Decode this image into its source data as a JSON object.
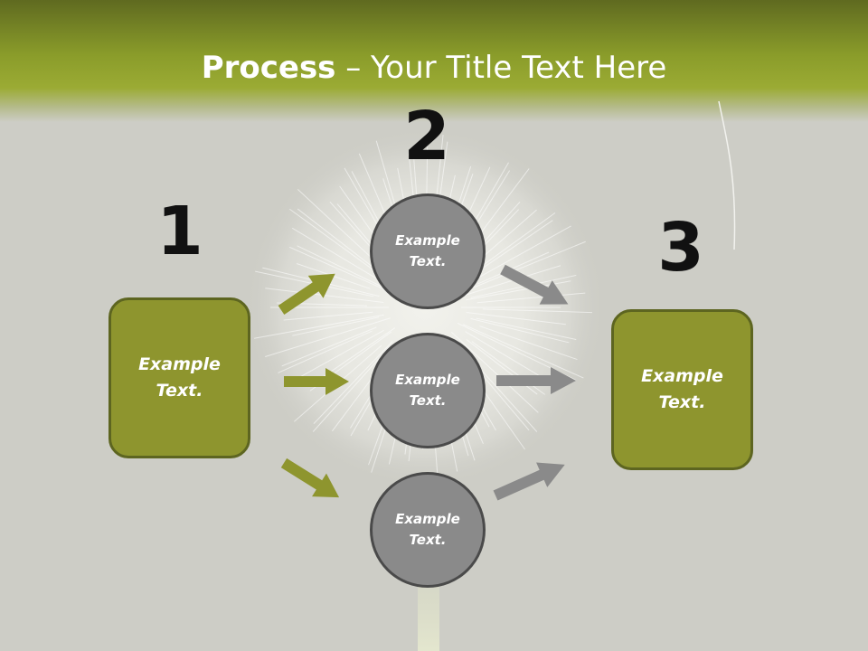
{
  "title": {
    "bold": "Process",
    "rest": " – Your Title Text Here"
  },
  "steps": [
    {
      "number": "1"
    },
    {
      "number": "2"
    },
    {
      "number": "3"
    }
  ],
  "left_box": {
    "line1": "Example",
    "line2": "Text."
  },
  "right_box": {
    "line1": "Example",
    "line2": "Text."
  },
  "circles": [
    {
      "line1": "Example",
      "line2": "Text."
    },
    {
      "line1": "Example",
      "line2": "Text."
    },
    {
      "line1": "Example",
      "line2": "Text."
    }
  ],
  "colors": {
    "accent_green": "#8e952e",
    "green_border": "#5d6520",
    "arrow_green": "#8e952e",
    "arrow_grey": "#8a8a8a",
    "circle_fill": "#8a8a8a",
    "background": "#cdcdc6"
  }
}
